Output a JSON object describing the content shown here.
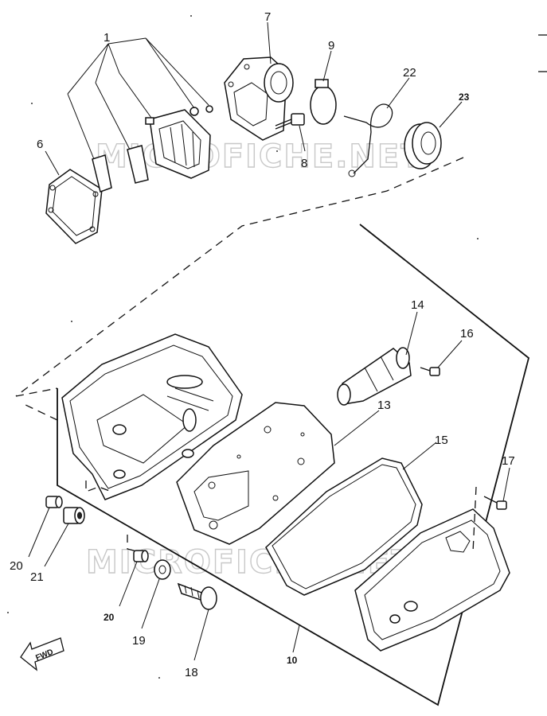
{
  "watermark": "MICROFICHE.NET",
  "fwd_label": "FWD",
  "callouts": {
    "c1": "1",
    "c6": "6",
    "c7": "7",
    "c8": "8",
    "c9": "9",
    "c22": "22",
    "c23": "23",
    "c14": "14",
    "c16": "16",
    "c13": "13",
    "c15": "15",
    "c17": "17",
    "c20a": "20",
    "c21": "21",
    "c20b": "20",
    "c19": "19",
    "c18": "18",
    "c10": "10"
  }
}
